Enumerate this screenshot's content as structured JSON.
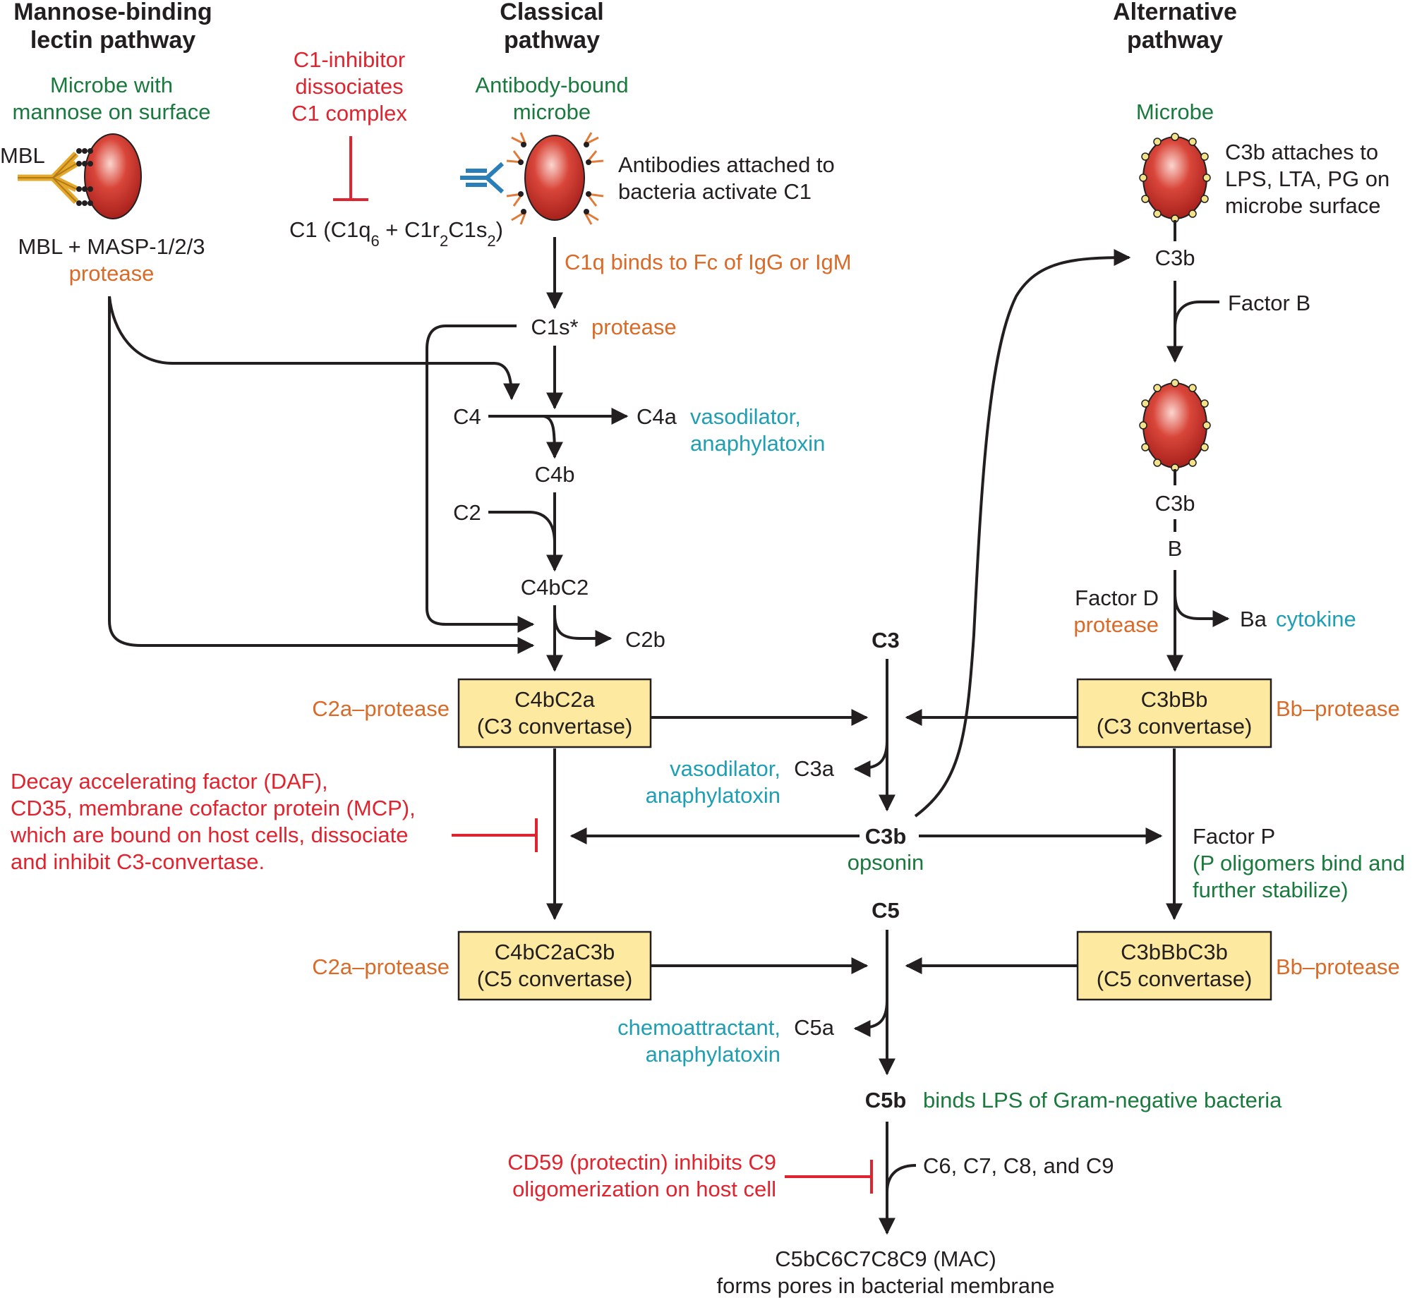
{
  "colors": {
    "black": "#231f20",
    "green": "#1a7a3e",
    "orange": "#d96a27",
    "red": "#e0242f",
    "cyan": "#1f9fb3",
    "box": "#fdeaa0",
    "microbe": "#cc3b32"
  },
  "headers": {
    "lectin": [
      "Mannose-binding",
      "lectin pathway"
    ],
    "classical": [
      "Classical",
      "pathway"
    ],
    "alternative": [
      "Alternative",
      "pathway"
    ]
  },
  "lectin": {
    "microbe": [
      "Microbe with",
      "mannose on surface"
    ],
    "mbl_label": "MBL",
    "complex": "MBL + MASP-1/2/3",
    "protease": "protease"
  },
  "inhibitor_c1": {
    "lines": [
      "C1-inhibitor",
      "dissociates",
      "C1 complex"
    ],
    "c1": "C1 (C1q",
    "c1_sub6": "6",
    "c1_mid": " + C1r",
    "c1_sub2a": "2",
    "c1_mid2": "C1s",
    "c1_sub2b": "2",
    "c1_end": ")"
  },
  "classical": {
    "microbe": [
      "Antibody-bound",
      "microbe"
    ],
    "antibodies": [
      "Antibodies attached to",
      "bacteria activate C1"
    ],
    "c1q": "C1q binds to Fc of IgG or IgM",
    "c1s": "C1s*",
    "c1s_protease": "protease",
    "c4": "C4",
    "c4a": "C4a",
    "c4a_role": [
      "vasodilator,",
      "anaphylatoxin"
    ],
    "c4b": "C4b",
    "c2": "C2",
    "c4bc2": "C4bC2",
    "c2b": "C2b",
    "c3conv": [
      "C4bC2a",
      "(C3 convertase)"
    ],
    "c3conv_protease": "C2a–protease",
    "c5conv": [
      "C4bC2aC3b",
      "(C5 convertase)"
    ],
    "c5conv_protease": "C2a–protease"
  },
  "daf": [
    "Decay accelerating factor (DAF),",
    "CD35, membrane cofactor protein (MCP),",
    "which are bound on host cells, dissociate",
    "and inhibit C3-convertase."
  ],
  "center": {
    "c3": "C3",
    "c3a": "C3a",
    "c3a_role": [
      "vasodilator,",
      "anaphylatoxin"
    ],
    "c3b": "C3b",
    "opsonin": "opsonin",
    "c5": "C5",
    "c5a": "C5a",
    "c5a_role": [
      "chemoattractant,",
      "anaphylatoxin"
    ],
    "c5b": "C5b",
    "c5b_role": "binds LPS of Gram-negative bacteria",
    "c6_9": "C6, C7, C8, and C9",
    "cd59": [
      "CD59 (protectin) inhibits C9",
      "oligomerization on host cell"
    ],
    "mac": [
      "C5bC6C7C8C9 (MAC)",
      "forms pores in bacterial membrane"
    ]
  },
  "alternative": {
    "microbe": "Microbe",
    "c3b_attach": [
      "C3b attaches to",
      "LPS, LTA, PG on",
      "microbe surface"
    ],
    "c3b": "C3b",
    "factor_b": "Factor B",
    "c3b2": "C3b",
    "b": "B",
    "factor_d": "Factor D",
    "factor_d_protease": "protease",
    "ba": "Ba",
    "ba_role": "cytokine",
    "c3conv": [
      "C3bBb",
      "(C3 convertase)"
    ],
    "c3conv_protease": "Bb–protease",
    "factor_p": "Factor P",
    "factor_p_role": [
      "(P oligomers bind and",
      "further stabilize)"
    ],
    "c5conv": [
      "C3bBbC3b",
      "(C5 convertase)"
    ],
    "c5conv_protease": "Bb–protease"
  }
}
